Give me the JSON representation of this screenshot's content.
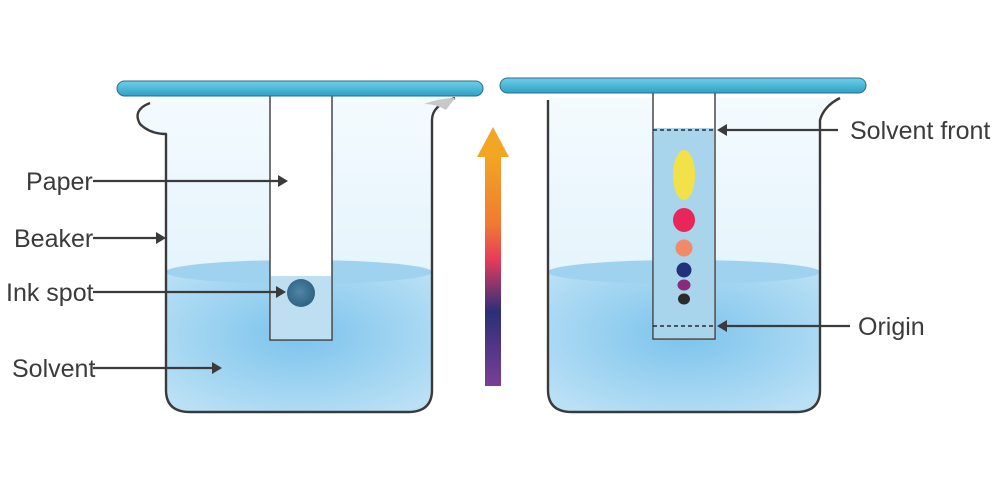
{
  "labels": {
    "paper": "Paper",
    "beaker": "Beaker",
    "ink_spot": "Ink spot",
    "solvent": "Solvent",
    "solvent_front": "Solvent front",
    "origin": "Origin"
  },
  "colors": {
    "rod": "#4bb8d6",
    "beaker_outline": "#3a3a3a",
    "solvent": "#8fcdee",
    "paper": "#ffffff",
    "ink_spot": "#3d6f8f",
    "spot_yellow": "#f3e14a",
    "spot_red": "#e8265a",
    "spot_orange": "#f28a6a",
    "spot_navy": "#23317a",
    "spot_purple": "#8a2a7a",
    "spot_black": "#2b2b2b",
    "arrow_top": "#f2a623",
    "arrow_mid": "#e63c5b",
    "arrow_low": "#2b2f78",
    "arrow_bottom": "#7a3f95"
  },
  "icons": {
    "pointer": "arrow-pointer-icon",
    "direction": "solvent-direction-arrow-icon"
  }
}
